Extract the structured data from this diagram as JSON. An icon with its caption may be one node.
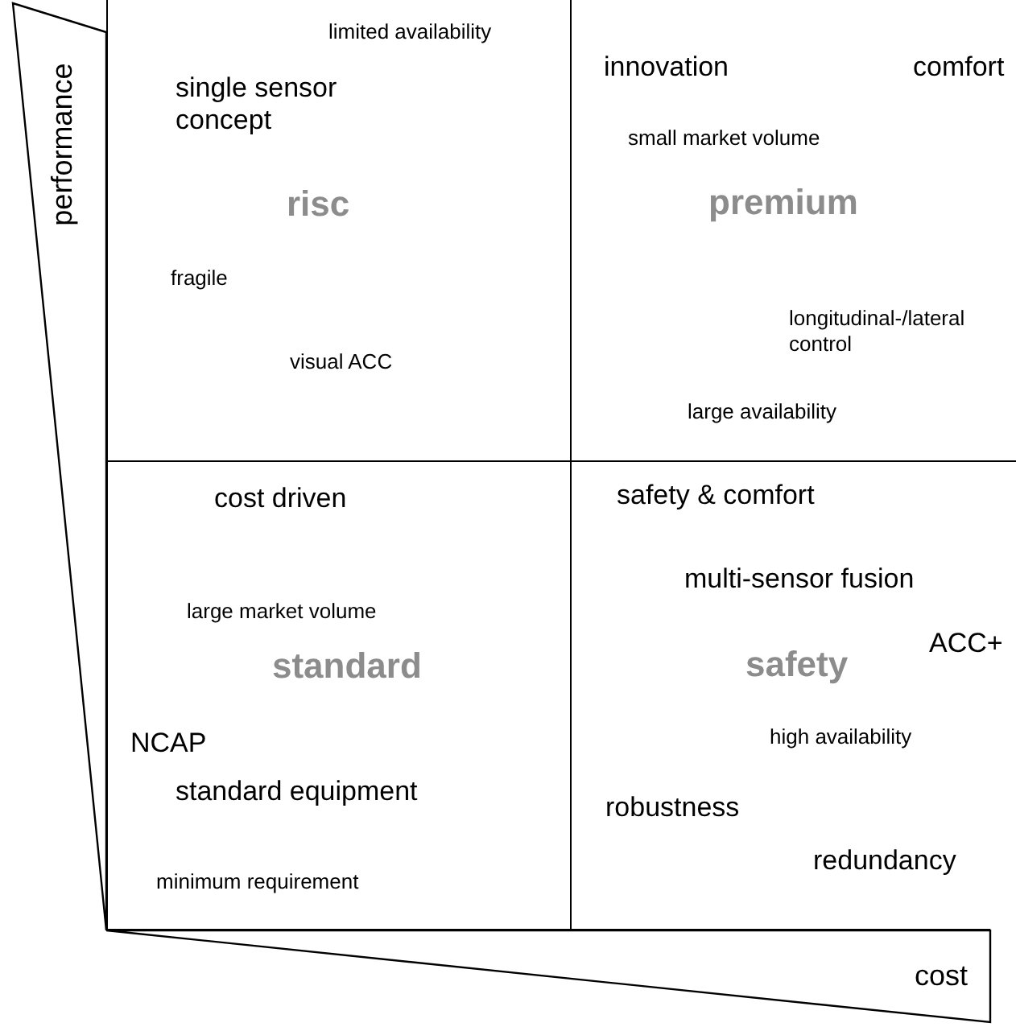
{
  "diagram": {
    "nodes": [
      {
        "text": [
          "limited availability",
          "single sensor concept",
          "risc",
          "fragile",
          "visual ACC"
        ]
      },
      {
        "text": [
          "innovation",
          "comfort",
          "small market volume",
          "premium",
          "longitudinal-/lateral control",
          "large availability"
        ]
      },
      {
        "text": [
          "cost driven",
          "large market volume",
          "standard",
          "NCAP",
          "standard equipment",
          "minimum requirement"
        ]
      },
      {
        "text": [
          "safety & comfort",
          "multi-sensor fusion",
          "ACC+",
          "safety",
          "high availability",
          "robustness",
          "redundancy"
        ]
      }
    ],
    "labels": [
      "performance",
      "cost"
    ]
  }
}
